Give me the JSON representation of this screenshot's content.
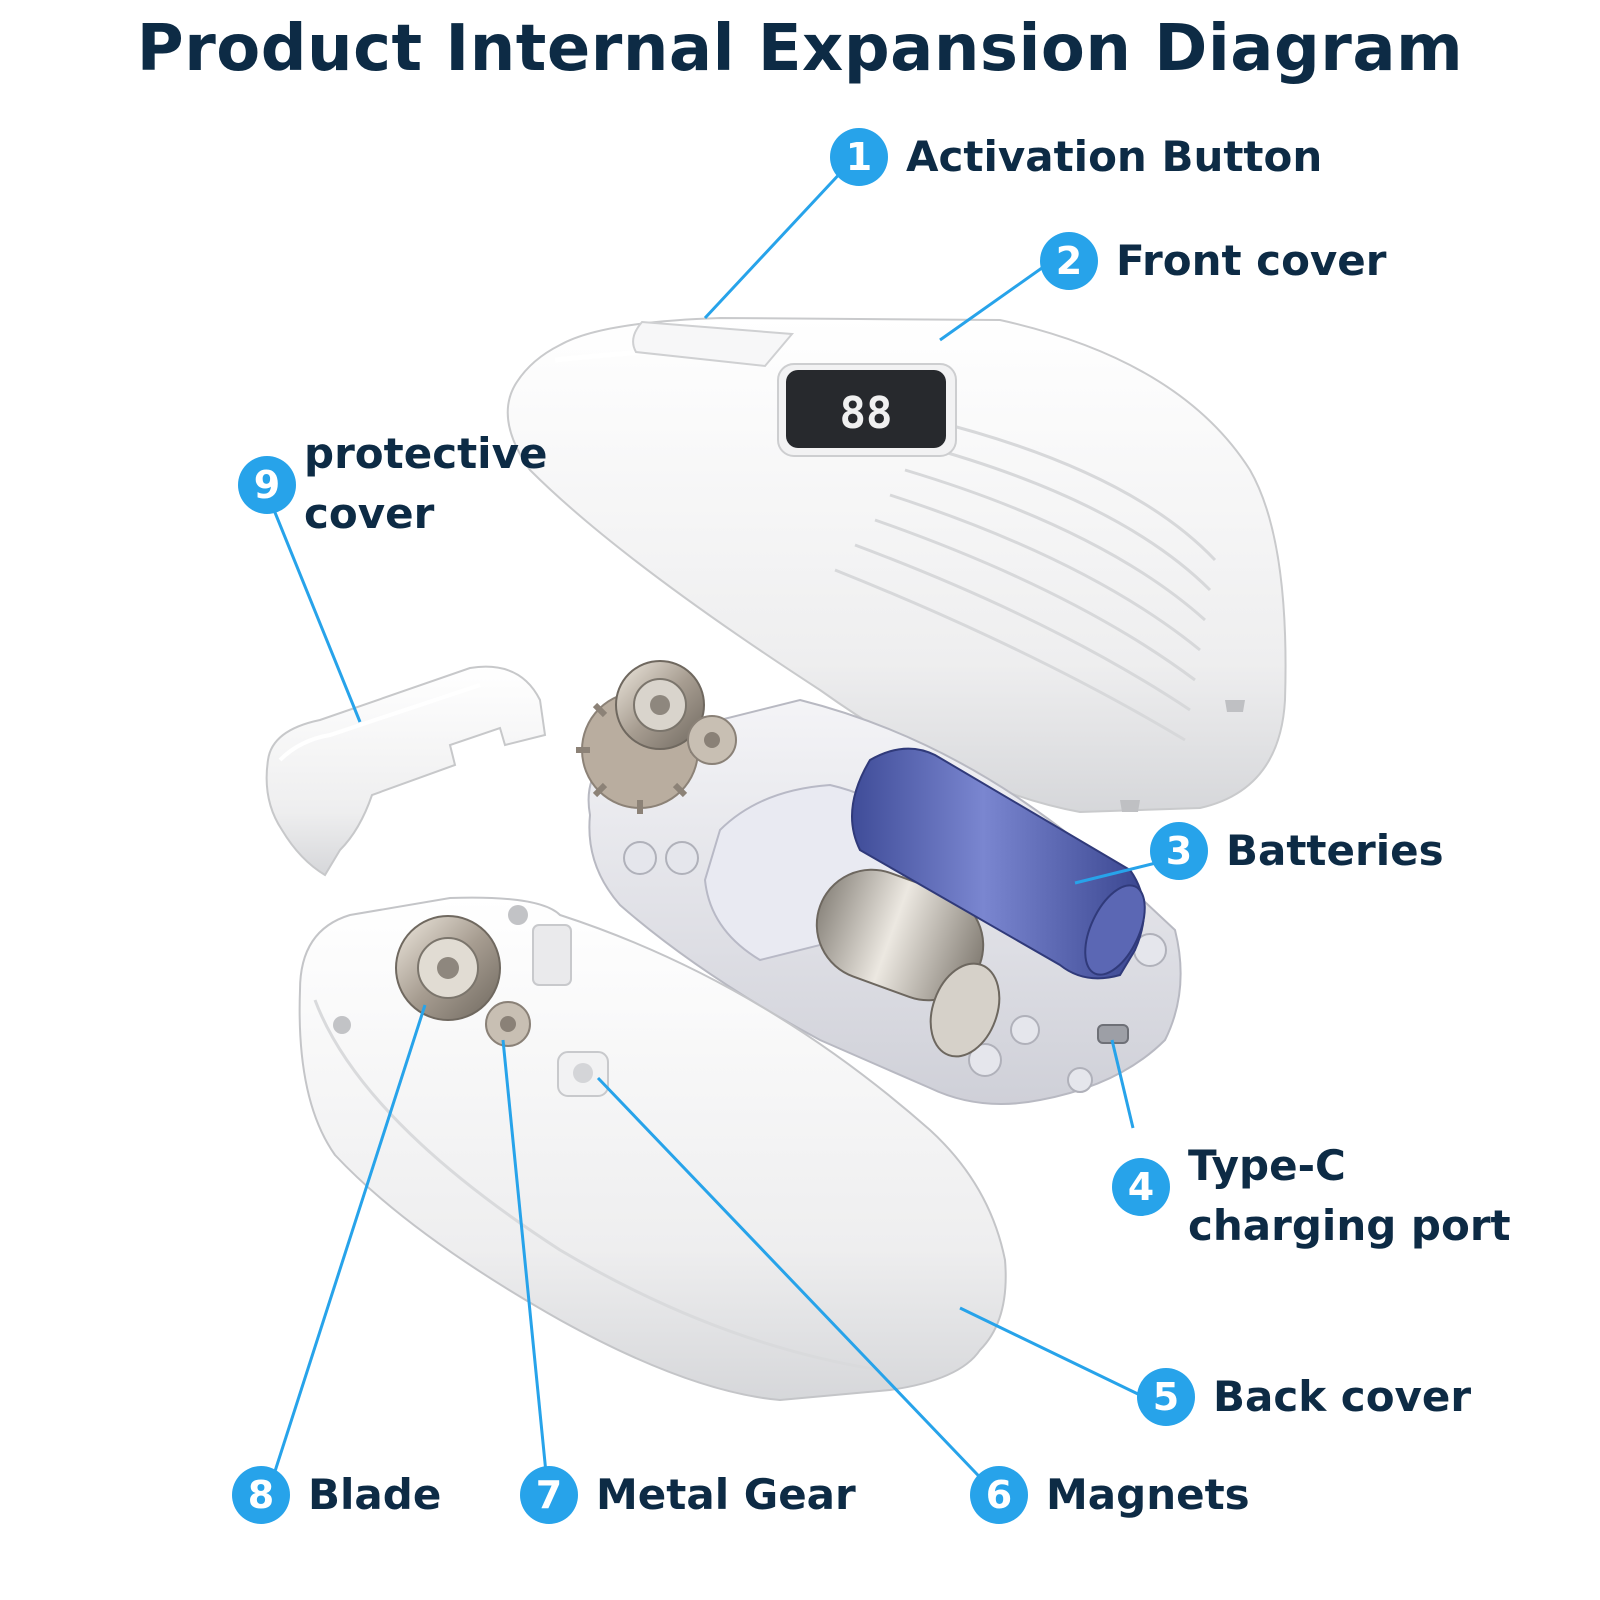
{
  "title": "Product Internal Expansion Diagram",
  "accent_color": "#27a3ea",
  "title_color": "#0d2b45",
  "display_readout": "88",
  "callouts": [
    {
      "num": "1",
      "label": "Activation Button"
    },
    {
      "num": "2",
      "label": "Front cover"
    },
    {
      "num": "3",
      "label": "Batteries"
    },
    {
      "num": "4",
      "label_line1": "Type-C",
      "label_line2": "charging port"
    },
    {
      "num": "5",
      "label": "Back cover"
    },
    {
      "num": "6",
      "label": "Magnets"
    },
    {
      "num": "7",
      "label": "Metal Gear"
    },
    {
      "num": "8",
      "label": "Blade"
    },
    {
      "num": "9",
      "label_line1": "protective",
      "label_line2": "cover"
    }
  ]
}
